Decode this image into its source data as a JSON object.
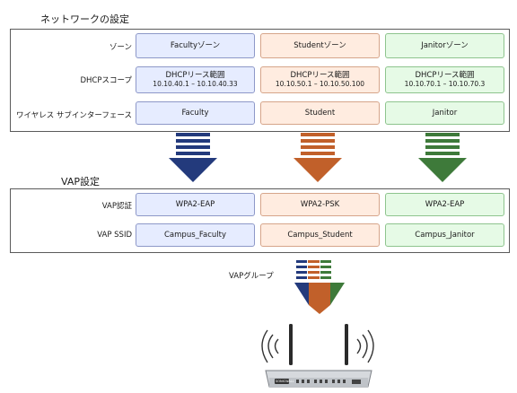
{
  "network": {
    "title": "ネットワークの設定",
    "rows": [
      {
        "label": "ゾーン",
        "cells": [
          [
            "Facultyゾーン"
          ],
          [
            "Studentゾーン"
          ],
          [
            "Janitorゾーン"
          ]
        ]
      },
      {
        "label": "DHCPスコープ",
        "cells": [
          [
            "DHCPリース範囲",
            "10.10.40.1 – 10.10.40.33"
          ],
          [
            "DHCPリース範囲",
            "10.10.50.1 – 10.10.50.100"
          ],
          [
            "DHCPリース範囲",
            "10.10.70.1 – 10.10.70.3"
          ]
        ]
      },
      {
        "label": "ワイヤレス サブインターフェース",
        "cells": [
          [
            "Faculty"
          ],
          [
            "Student"
          ],
          [
            "Janitor"
          ]
        ]
      }
    ]
  },
  "vap": {
    "title": "VAP設定",
    "rows": [
      {
        "label": "VAP認証",
        "cells": [
          [
            "WPA2-EAP"
          ],
          [
            "WPA2-PSK"
          ],
          [
            "WPA2-EAP"
          ]
        ]
      },
      {
        "label": "VAP SSID",
        "cells": [
          [
            "Campus_Faculty"
          ],
          [
            "Campus_Student"
          ],
          [
            "Campus_Janitor"
          ]
        ]
      }
    ]
  },
  "group_label": "VAPグループ",
  "colors": {
    "faculty": "#233a7c",
    "student": "#c1602a",
    "janitor": "#3e7a3a"
  },
  "device": {
    "icon": "wireless-router-icon",
    "brand": "SONICWALL"
  }
}
